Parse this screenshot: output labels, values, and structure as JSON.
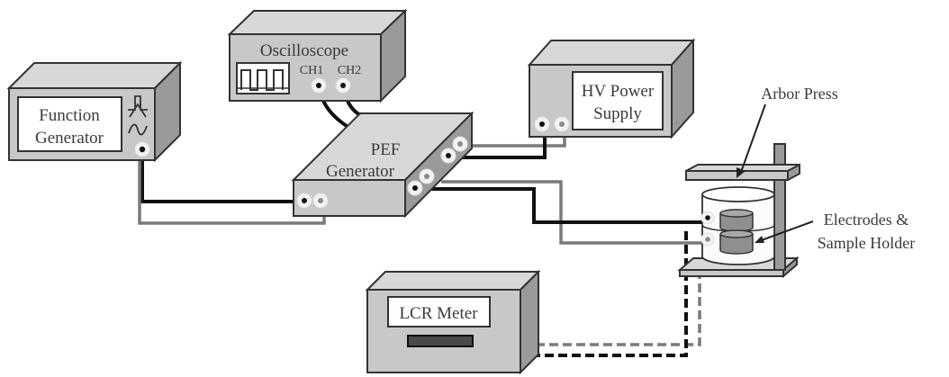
{
  "diagram": {
    "type": "experimental-setup-schematic",
    "devices": {
      "function_generator": {
        "label_line1": "Function",
        "label_line2": "Generator",
        "icons": [
          "pulse-waveform-icon",
          "sine-waveform-icon"
        ]
      },
      "oscilloscope": {
        "label": "Oscilloscope",
        "channels": [
          "CH1",
          "CH2"
        ],
        "icon": "square-wave-display-icon"
      },
      "pef_generator": {
        "label_line1": "PEF",
        "label_line2": "Generator"
      },
      "hv_power_supply": {
        "label_line1": "HV Power",
        "label_line2": "Supply"
      },
      "lcr_meter": {
        "label": "LCR Meter"
      },
      "arbor_press": {
        "label": "Arbor Press"
      },
      "sample_holder": {
        "label_line1": "Electrodes &",
        "label_line2": "Sample Holder"
      }
    },
    "connections": [
      {
        "from": "function_generator",
        "to": "pef_generator",
        "style": "solid"
      },
      {
        "from": "oscilloscope",
        "to": "pef_generator",
        "style": "solid"
      },
      {
        "from": "hv_power_supply",
        "to": "pef_generator",
        "style": "solid"
      },
      {
        "from": "pef_generator",
        "to": "sample_holder",
        "style": "solid"
      },
      {
        "from": "lcr_meter",
        "to": "sample_holder",
        "style": "dashed"
      }
    ],
    "colors": {
      "device_body": "#c8c8c8",
      "device_side": "#9a9a9a",
      "wire_dark": "#111111",
      "wire_light": "#7a7a7a"
    }
  }
}
